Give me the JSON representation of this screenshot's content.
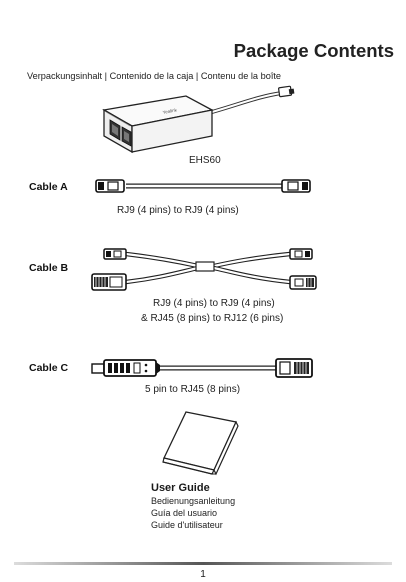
{
  "header": {
    "title": "Package Contents",
    "subtitle": "Verpackungsinhalt | Contenido de la caja | Contenu de la boîte"
  },
  "device": {
    "name": "EHS60",
    "brand_mark": "Yealink"
  },
  "cables": [
    {
      "label": "Cable A",
      "description": "RJ9 (4 pins) to RJ9 (4 pins)"
    },
    {
      "label": "Cable B",
      "description_line1": "RJ9 (4 pins) to RJ9 (4 pins)",
      "description_line2": "& RJ45 (8 pins) to RJ12 (6 pins)"
    },
    {
      "label": "Cable C",
      "description": "5 pin to RJ45 (8 pins)"
    }
  ],
  "user_guide": {
    "title": "User Guide",
    "translations": [
      "Bedienungsanleitung",
      "Guía del usuario",
      "Guide d'utilisateur"
    ]
  },
  "footer": {
    "page_number": "1"
  }
}
